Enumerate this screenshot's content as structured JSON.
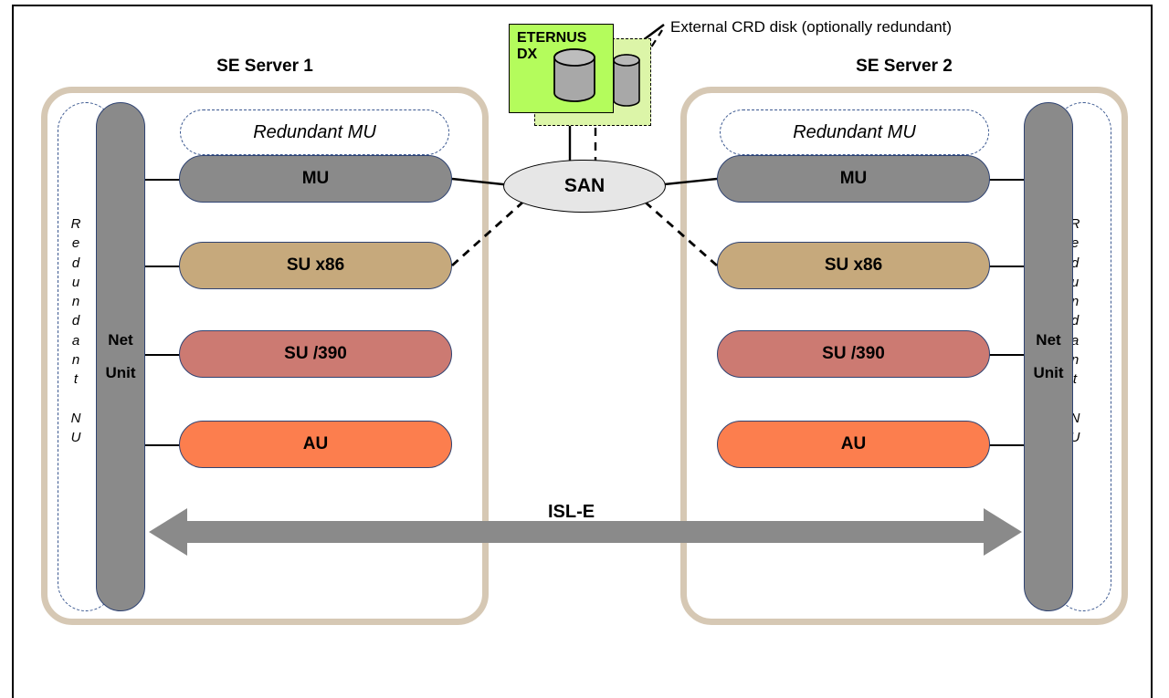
{
  "diagram": {
    "title_left": "SE Server 1",
    "title_right": "SE Server 2",
    "interconnect_label": "ISL-E",
    "san_label": "SAN",
    "storage": {
      "label_line1": "ETERNUS",
      "label_line2": "DX",
      "callout": "External CRD disk (optionally redundant)"
    },
    "redundant_mu_label": "Redundant MU",
    "redundant_nu_label": "Redundant NU",
    "net_unit_line1": "Net",
    "net_unit_line2": "Unit",
    "components": [
      {
        "label": "MU",
        "color": "#8A8A8A"
      },
      {
        "label": "SU x86",
        "color": "#C6A97C"
      },
      {
        "label": "SU /390",
        "color": "#CC7A72"
      },
      {
        "label": "AU",
        "color": "#FC7E4E"
      }
    ],
    "colors": {
      "server_frame": "#D6C8B4",
      "net_unit": "#8A8A8A",
      "san": "#E6E6E6",
      "storage_front": "#B4FC5C",
      "storage_back": "#DCF5A8",
      "dashed_outline": "#3B5890",
      "arrow": "#8A8A8A"
    }
  }
}
